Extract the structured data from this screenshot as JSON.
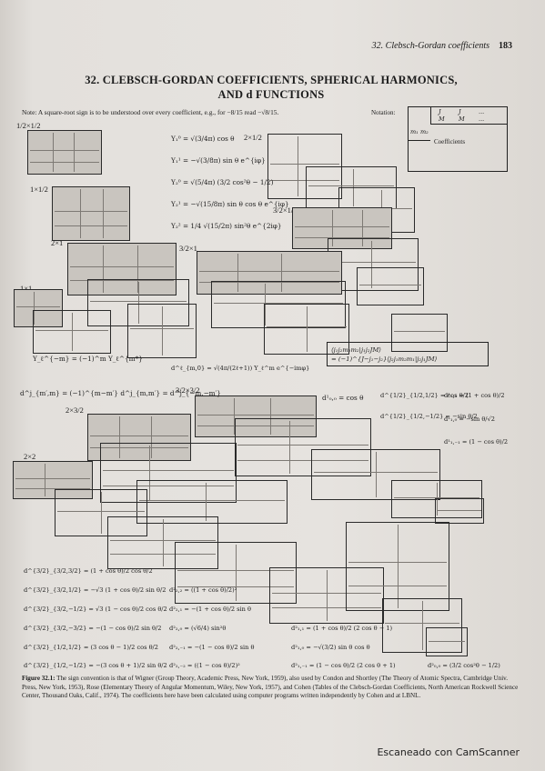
{
  "header": {
    "section": "32. Clebsch-Gordan coefficients",
    "page": "183"
  },
  "title": {
    "line1": "32. CLEBSCH-GORDAN COEFFICIENTS, SPHERICAL HARMONICS,",
    "line2": "AND d FUNCTIONS"
  },
  "note": "Note: A square-root sign is to be understood over every coefficient, e.g., for −8/15 read −√8/15.",
  "notation": {
    "label": "Notation:",
    "J": "J",
    "M": "M",
    "m1": "m₁",
    "m2": "m₂",
    "coefficients": "Coefficients",
    "dots": "..."
  },
  "groups": [
    "1/2×1/2",
    "1×1/2",
    "2×1/2",
    "3/2×1/2",
    "1×1",
    "3/2×1",
    "2×1",
    "2×3/2",
    "3/2×3/2",
    "2×2"
  ],
  "spherical": {
    "Y10": "Y₁⁰ = √(3/4π) cos θ",
    "Y11": "Y₁¹ = −√(3/8π) sin θ e^{iφ}",
    "Y20": "Y₂⁰ = √(5/4π) (3/2 cos²θ − 1/2)",
    "Y21": "Y₂¹ = −√(15/8π) sin θ cos θ e^{iφ}",
    "Y22": "Y₂² = 1/4 √(15/2π) sin²θ e^{2iφ}",
    "Ylm_neg": "Y_ℓ^{−m} = (−1)^m Y_ℓ^{m*}",
    "dlm0": "d^ℓ_{m,0} = √(4π/(2ℓ+1)) Y_ℓ^m e^{−imφ}",
    "dsym": "d^j_{m′,m} = (−1)^{m−m′} d^j_{m,m′} = d^j_{−m,−m′}"
  },
  "cg_relation": {
    "line1": "⟨j₁j₂m₁m₂|j₁j₂JM⟩",
    "line2": "= (−1)^{J−j₁−j₂}⟨j₂j₁m₂m₁|j₂j₁JM⟩"
  },
  "dfunctions": {
    "d00": "d¹₀,₀ = cos θ",
    "dhalf_pp": "d^{1/2}_{1/2,1/2} = cos θ/2",
    "dhalf_pm": "d^{1/2}_{1/2,−1/2} = −sin θ/2",
    "d11": "d¹₁,₁ = (1 + cos θ)/2",
    "d10": "d¹₁,₀ = −sin θ/√2",
    "d1m1": "d¹₁,₋₁ = (1 − cos θ)/2",
    "d32_a": "d^{3/2}_{3/2,3/2} = (1 + cos θ)/2 cos θ/2",
    "d32_b": "d^{3/2}_{3/2,1/2} = −√3 (1 + cos θ)/2 sin θ/2",
    "d32_c": "d^{3/2}_{3/2,−1/2} = √3 (1 − cos θ)/2 cos θ/2",
    "d32_d": "d^{3/2}_{3/2,−3/2} = −(1 − cos θ)/2 sin θ/2",
    "d32_e": "d^{3/2}_{1/2,1/2} = (3 cos θ − 1)/2 cos θ/2",
    "d32_f": "d^{3/2}_{1/2,−1/2} = −(3 cos θ + 1)/2 sin θ/2",
    "d2_a": "d²₂,₂ = ((1 + cos θ)/2)²",
    "d2_b": "d²₂,₁ = −(1 + cos θ)/2 sin θ",
    "d2_c": "d²₂,₀ = (√6/4) sin²θ",
    "d2_d": "d²₂,₋₁ = −(1 − cos θ)/2 sin θ",
    "d2_e": "d²₂,₋₂ = ((1 − cos θ)/2)²",
    "d2_f": "d²₁,₁ = (1 + cos θ)/2 (2 cos θ − 1)",
    "d2_g": "d²₁,₀ = −√(3/2) sin θ cos θ",
    "d2_h": "d²₁,₋₁ = (1 − cos θ)/2 (2 cos θ + 1)",
    "d2_i": "d²₀,₀ = (3/2 cos²θ − 1/2)"
  },
  "caption": {
    "label": "Figure 32.1:",
    "text": "The sign convention is that of Wigner (Group Theory, Academic Press, New York, 1959), also used by Condon and Shortley (The Theory of Atomic Spectra, Cambridge Univ. Press, New York, 1953), Rose (Elementary Theory of Angular Momentum, Wiley, New York, 1957), and Cohen (Tables of the Clebsch-Gordan Coefficients, North American Rockwell Science Center, Thousand Oaks, Calif., 1974). The coefficients here have been calculated using computer programs written independently by Cohen and at LBNL."
  },
  "watermark": "Escaneado con CamScanner"
}
